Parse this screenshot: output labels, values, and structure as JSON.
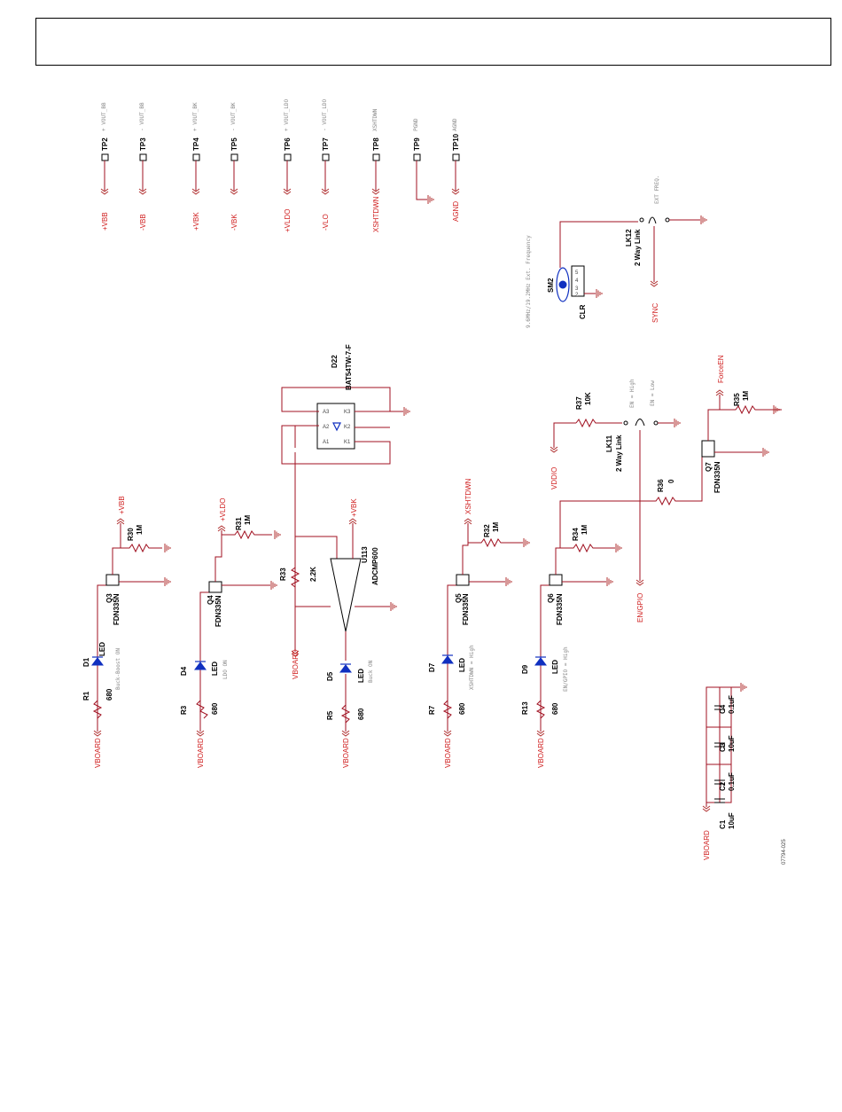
{
  "testpoints": [
    {
      "ref": "TP2",
      "net": "+VBB",
      "note": "+ VOUT_BB"
    },
    {
      "ref": "TP3",
      "net": "-VBB",
      "note": "- VOUT_BB"
    },
    {
      "ref": "TP4",
      "net": "+VBK",
      "note": "+ VOUT_BK"
    },
    {
      "ref": "TP5",
      "net": "-VBK",
      "note": "- VOUT_BK"
    },
    {
      "ref": "TP6",
      "net": "+VLDO",
      "note": "+ VOUT_LDO"
    },
    {
      "ref": "TP7",
      "net": "-VLO",
      "note": "- VOUT_LDO"
    },
    {
      "ref": "TP8",
      "net": "XSHTDWN",
      "note": "XSHTDWN"
    },
    {
      "ref": "TP9",
      "net": "",
      "note": "PGND"
    },
    {
      "ref": "TP10",
      "net": "AGND",
      "note": "AGND"
    }
  ],
  "indicators": [
    {
      "led": "D1",
      "led_val": "LED",
      "res": "R1",
      "res_val": "680",
      "fet": "Q3",
      "fet_part": "FDN335N",
      "gate_res": "R30",
      "gate_res_val": "1M",
      "net": "+VBB",
      "note": "Buck-Boost ON"
    },
    {
      "led": "D4",
      "led_val": "LED",
      "res": "R3",
      "res_val": "680",
      "fet": "Q4",
      "fet_part": "FDN335N",
      "gate_res": "R31",
      "gate_res_val": "1M",
      "net": "+VLDO",
      "note": "LDO ON"
    },
    {
      "led": "D7",
      "led_val": "LED",
      "res": "R7",
      "res_val": "680",
      "fet": "Q5",
      "fet_part": "FDN335N",
      "gate_res": "R32",
      "gate_res_val": "1M",
      "net": "XSHTDWN",
      "note": "XSHTDWN = High"
    },
    {
      "led": "D9",
      "led_val": "LED",
      "res": "R13",
      "res_val": "680",
      "fet": "Q6",
      "fet_part": "FDN335N",
      "gate_res": "R34",
      "gate_res_val": "1M",
      "net": "EN/GPIO",
      "note": "EN/GPIO = High"
    }
  ],
  "buck": {
    "led": "D5",
    "led_val": "LED",
    "res": "R5",
    "res_val": "680",
    "note": "Buck ON",
    "comp_ref": "U113",
    "comp_part": "ADCMP600",
    "comp_net": "+VBK",
    "r33": "R33",
    "r33_val": "2.2K"
  },
  "diode": {
    "ref": "D22",
    "part": "BAT54TW-7-F",
    "pins": [
      "A1",
      "A2",
      "A3",
      "K1",
      "K2",
      "K3"
    ]
  },
  "vboard": "VBOARD",
  "sm2": {
    "ref": "SM2",
    "label": "CLR",
    "pins": [
      "2",
      "3",
      "4",
      "5"
    ],
    "lk_ref": "LK12",
    "lk_type": "2 Way Link",
    "freq_note": "9.6MHz/19.2MHz Ext. Frequency",
    "ext_note": "EXT FREQ.",
    "sync": "SYNC"
  },
  "enable": {
    "lk_ref": "LK11",
    "lk_type": "2 Way Link",
    "r37": "R37",
    "r37_val": "10K",
    "vddio": "VDDIO",
    "r36": "R36",
    "r36_val": "0",
    "en_net": "EN/GPIO",
    "en_high": "EN = High",
    "en_low": "EN = Low",
    "q7": "Q7",
    "q7_part": "FDN335N",
    "r35": "R35",
    "r35_val": "1M",
    "force": "ForceEN"
  },
  "caps": [
    {
      "ref": "C1",
      "val": "10uF"
    },
    {
      "ref": "C2",
      "val": "0.1uF"
    },
    {
      "ref": "C3",
      "val": "10uF"
    },
    {
      "ref": "C4",
      "val": "0.1uF"
    }
  ],
  "cap_net": "VBOARD",
  "figure_id": "07794-025",
  "colors": {
    "wire": "#a01020",
    "part": "#000000",
    "led": "#1030c0",
    "net": "#d02020"
  }
}
